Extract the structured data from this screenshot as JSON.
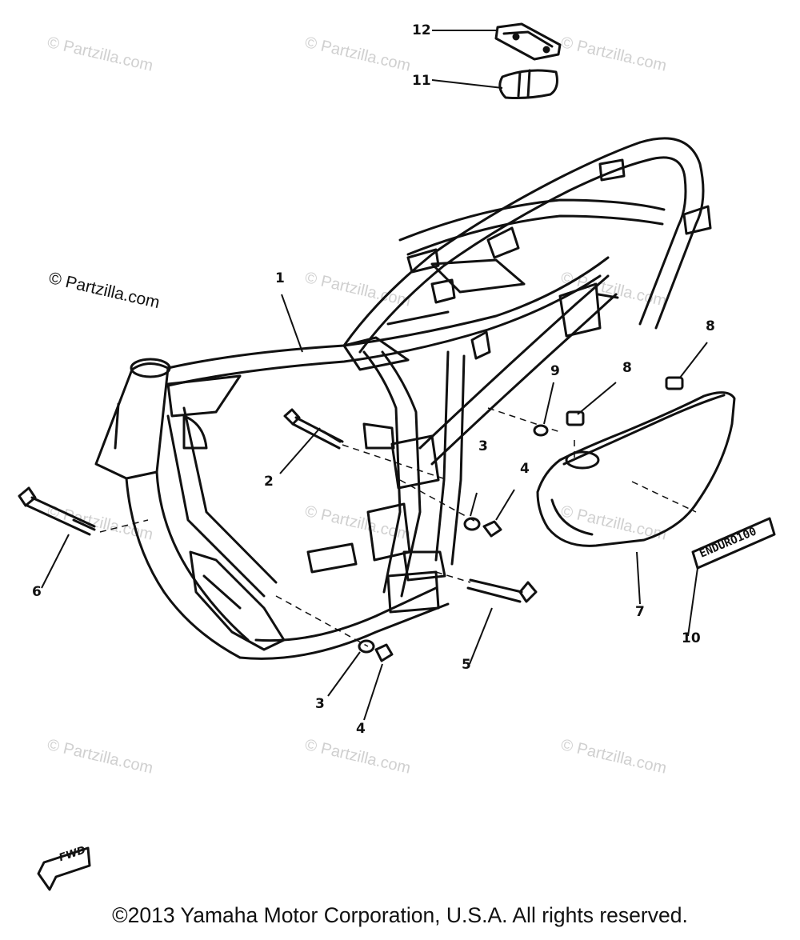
{
  "watermark": {
    "text": "© Partzilla.com"
  },
  "callouts": {
    "c1": "1",
    "c2": "2",
    "c3a": "3",
    "c3b": "3",
    "c4a": "4",
    "c4b": "4",
    "c5": "5",
    "c6": "6",
    "c7": "7",
    "c8a": "8",
    "c8b": "8",
    "c9": "9",
    "c10": "10",
    "c11": "11",
    "c12": "12"
  },
  "emblem": {
    "text": "ENDURO100"
  },
  "fwd_badge": {
    "text": "FWD"
  },
  "footer": {
    "copyright": "©2013 Yamaha Motor Corporation, U.S.A. All rights reserved."
  }
}
